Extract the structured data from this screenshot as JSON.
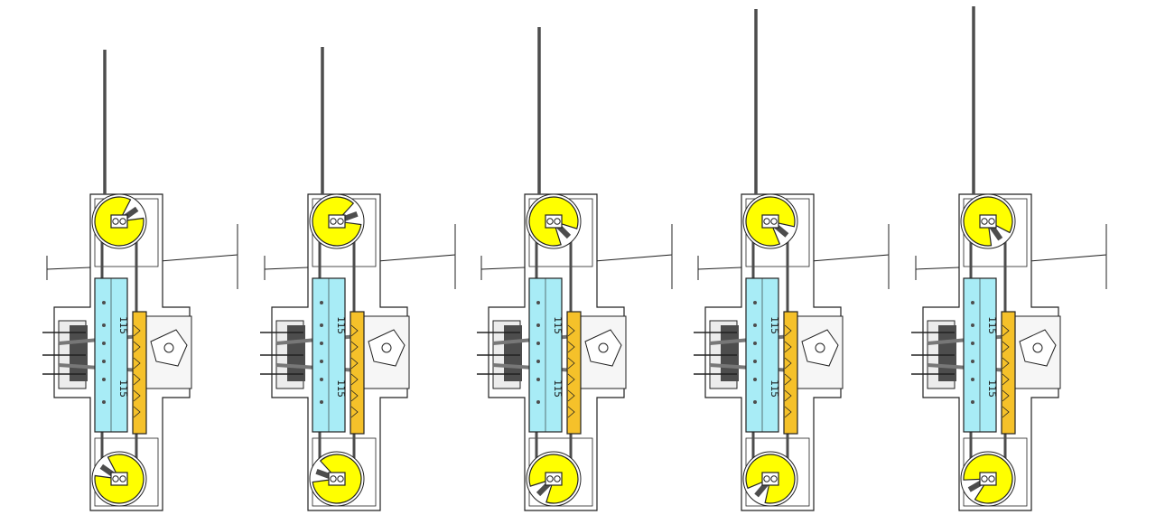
{
  "figure": {
    "units": [
      {
        "label_upper": "115",
        "label_lower": "115",
        "top_wheel_angle": -35,
        "bottom_wheel_angle": 215,
        "tower_height": 160
      },
      {
        "label_upper": "115",
        "label_lower": "115",
        "top_wheel_angle": -20,
        "bottom_wheel_angle": 200,
        "tower_height": 163
      },
      {
        "label_upper": "115",
        "label_lower": "115",
        "top_wheel_angle": 45,
        "bottom_wheel_angle": 135,
        "tower_height": 185
      },
      {
        "label_upper": "115",
        "label_lower": "115",
        "top_wheel_angle": 40,
        "bottom_wheel_angle": 130,
        "tower_height": 205
      },
      {
        "label_upper": "115",
        "label_lower": "115",
        "top_wheel_angle": 55,
        "bottom_wheel_angle": 150,
        "tower_height": 208
      }
    ],
    "colors": {
      "wheel": "#ffff00",
      "slider": "#a8ecf6",
      "rack": "#f5c12a",
      "frame": "#ffffff",
      "dark": "#4d4d4d",
      "line": "#222222"
    }
  }
}
